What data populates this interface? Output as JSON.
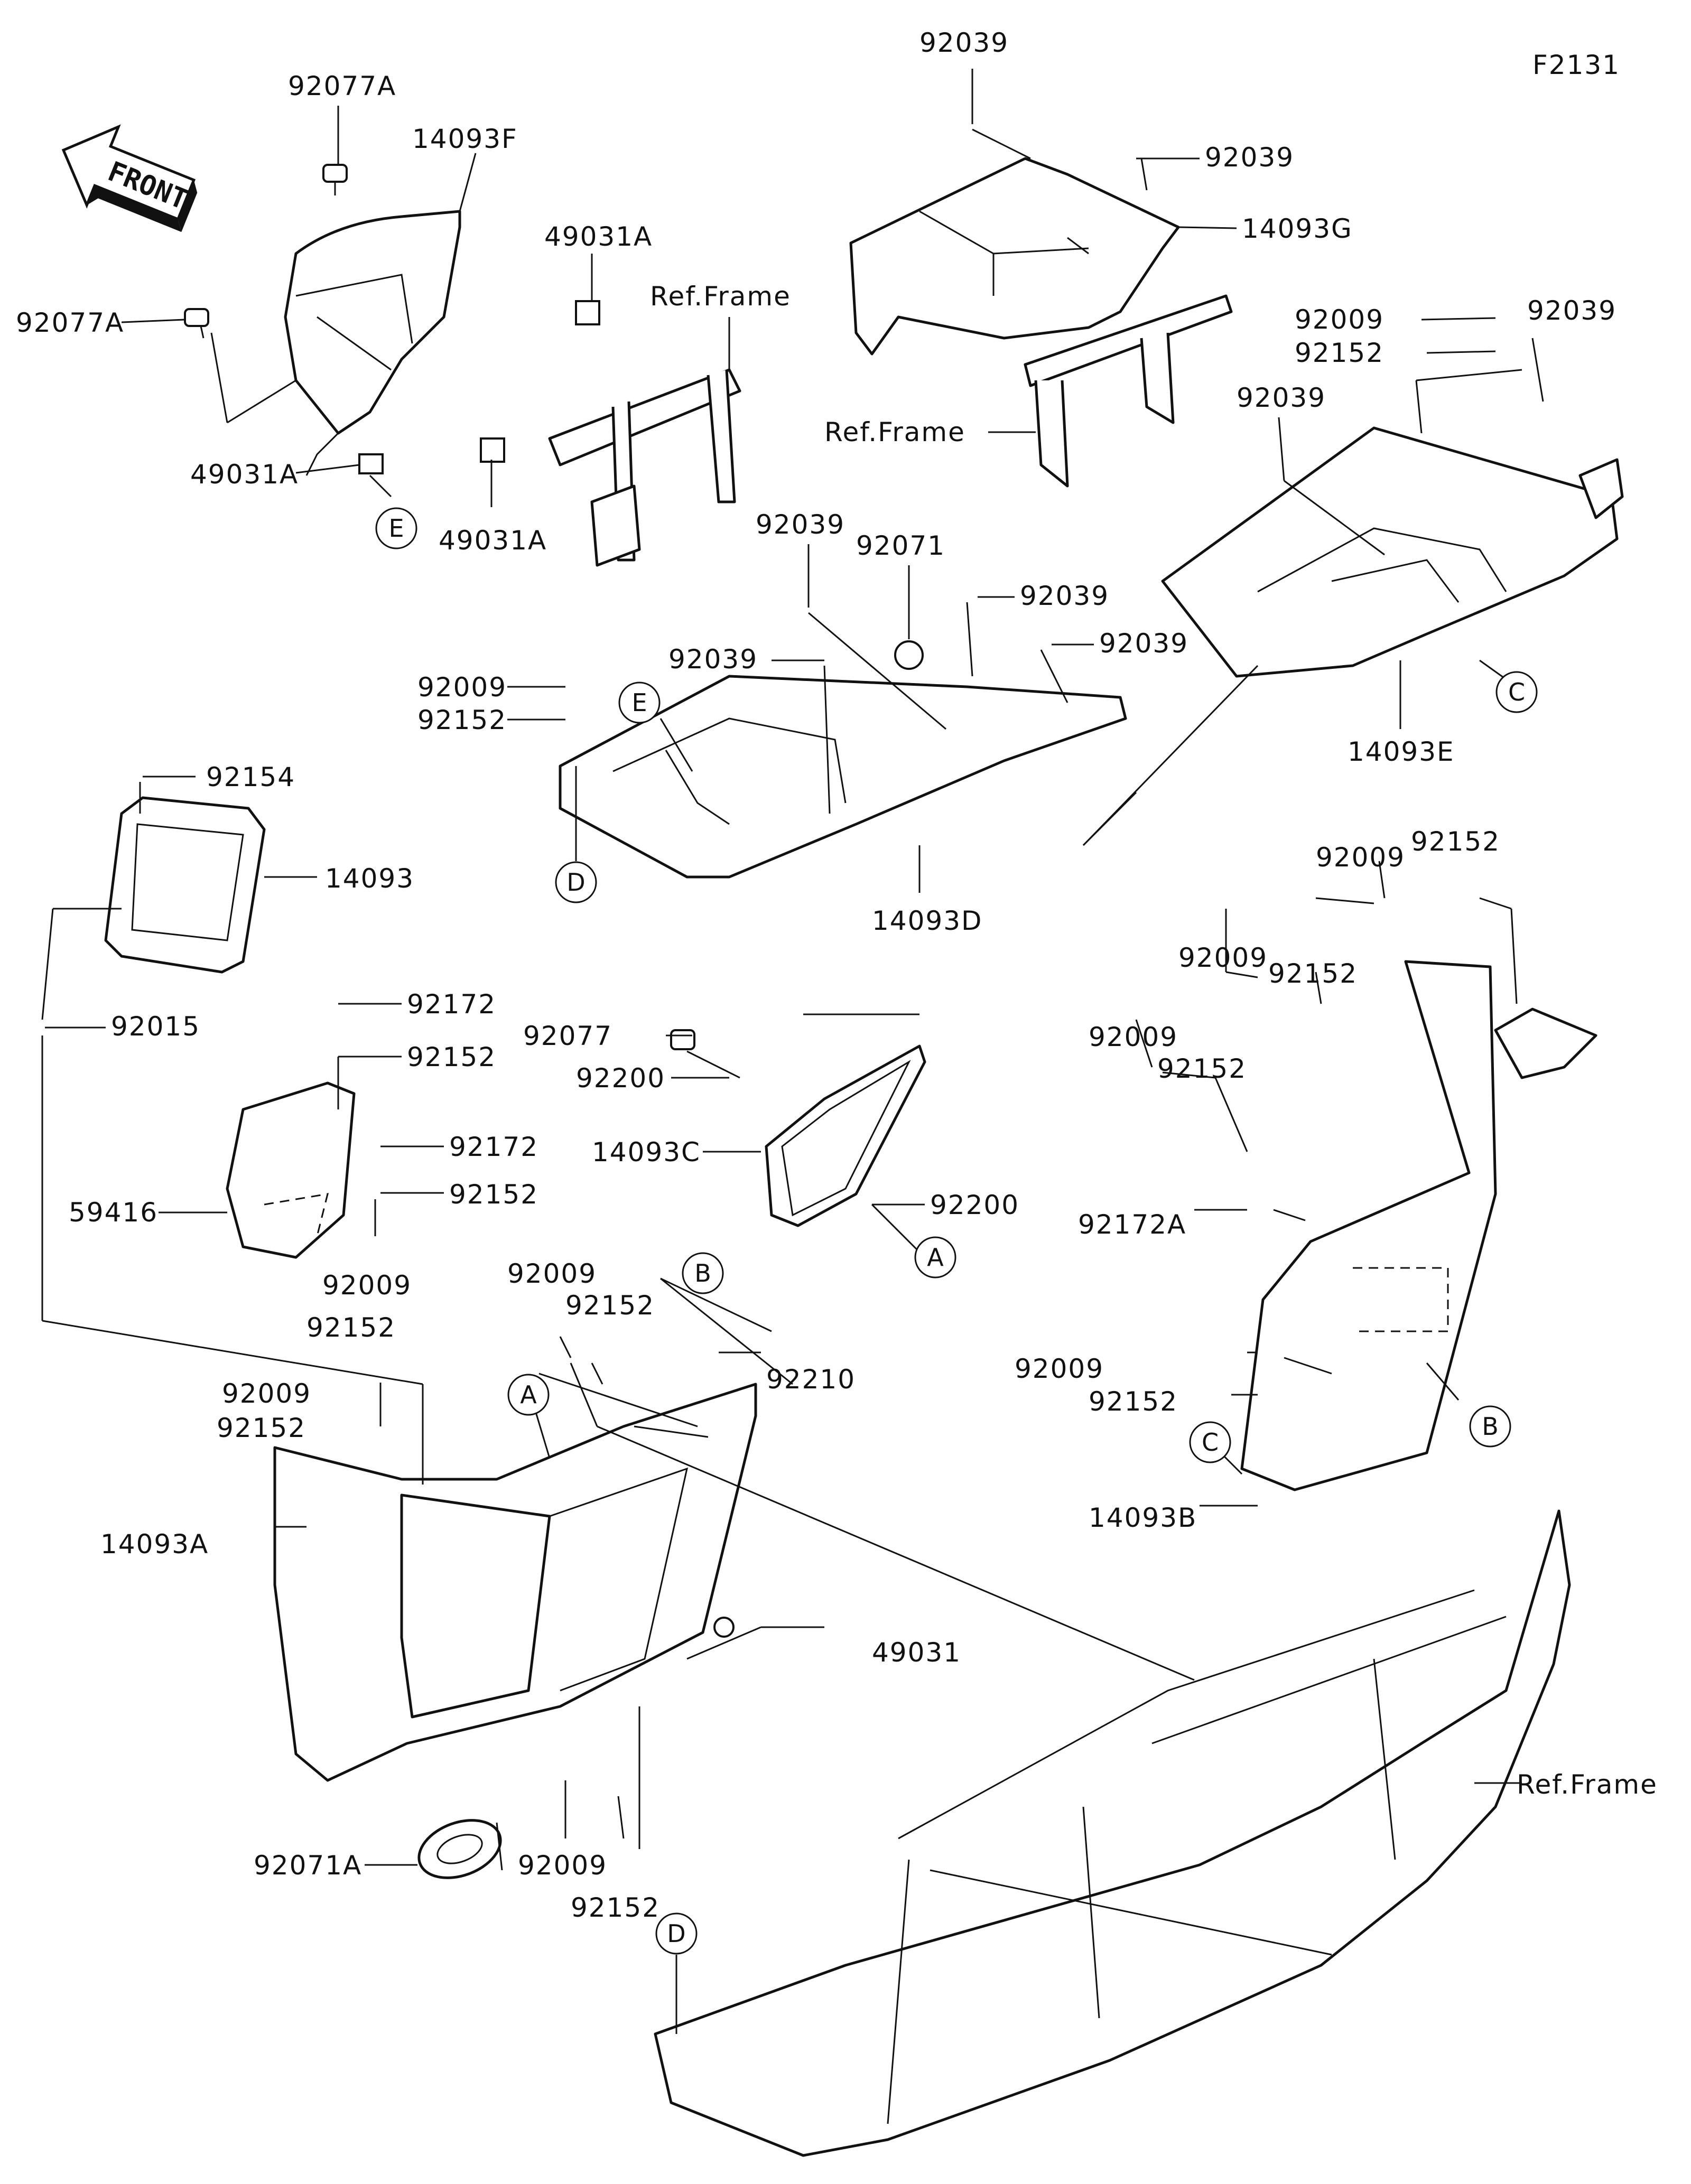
{
  "diagram_code": "F2131",
  "front_badge": "FRONT",
  "labels": {
    "l_92039_top": "92039",
    "l_92077A_top": "92077A",
    "l_14093F": "14093F",
    "l_92039_b": "92039",
    "l_14093G": "14093G",
    "l_49031A_top": "49031A",
    "l_refframe_1": "Ref.Frame",
    "l_92009_r1": "92009",
    "l_92039_r1": "92039",
    "l_92152_r1": "92152",
    "l_92077A_left": "92077A",
    "l_refframe_2": "Ref.Frame",
    "l_92039_r2": "92039",
    "l_49031A_left": "49031A",
    "l_49031A_bot": "49031A",
    "l_92039_c1": "92039",
    "l_92071": "92071",
    "l_92039_c2": "92039",
    "l_92039_c3": "92039",
    "l_92039_c4": "92039",
    "l_92009_c1": "92009",
    "l_92152_c1": "92152",
    "l_14093E": "14093E",
    "l_14093D": "14093D",
    "l_92154": "92154",
    "l_14093": "14093",
    "l_92009_rr1": "92009",
    "l_92152_rr1": "92152",
    "l_92009_rr2": "92009",
    "l_92152_rr2": "92152",
    "l_92009_rr3": "92009",
    "l_92152_rr3": "92152",
    "l_92015": "92015",
    "l_92172_1": "92172",
    "l_92152_m1": "92152",
    "l_92077": "92077",
    "l_92200_1": "92200",
    "l_14093C": "14093C",
    "l_92200_2": "92200",
    "l_92172_2": "92172",
    "l_92152_m2": "92152",
    "l_59416": "59416",
    "l_92172A": "92172A",
    "l_92009_m1": "92009",
    "l_92152_m3": "92152",
    "l_92009_m2": "92009",
    "l_92152_m4": "92152",
    "l_92210": "92210",
    "l_92009_rr4": "92009",
    "l_92152_rr4": "92152",
    "l_92009_l1": "92009",
    "l_92152_l1": "92152",
    "l_14093B": "14093B",
    "l_14093A": "14093A",
    "l_49031": "49031",
    "l_refframe_3": "Ref.Frame",
    "l_92071A": "92071A",
    "l_92009_b1": "92009",
    "l_92152_b1": "92152"
  },
  "callouts": {
    "c_E_top": "E",
    "c_E_mid": "E",
    "c_C_top": "C",
    "c_D_mid": "D",
    "c_A_right": "A",
    "c_B_top": "B",
    "c_A_left": "A",
    "c_B_right": "B",
    "c_C_bot": "C",
    "c_D_bot": "D"
  }
}
